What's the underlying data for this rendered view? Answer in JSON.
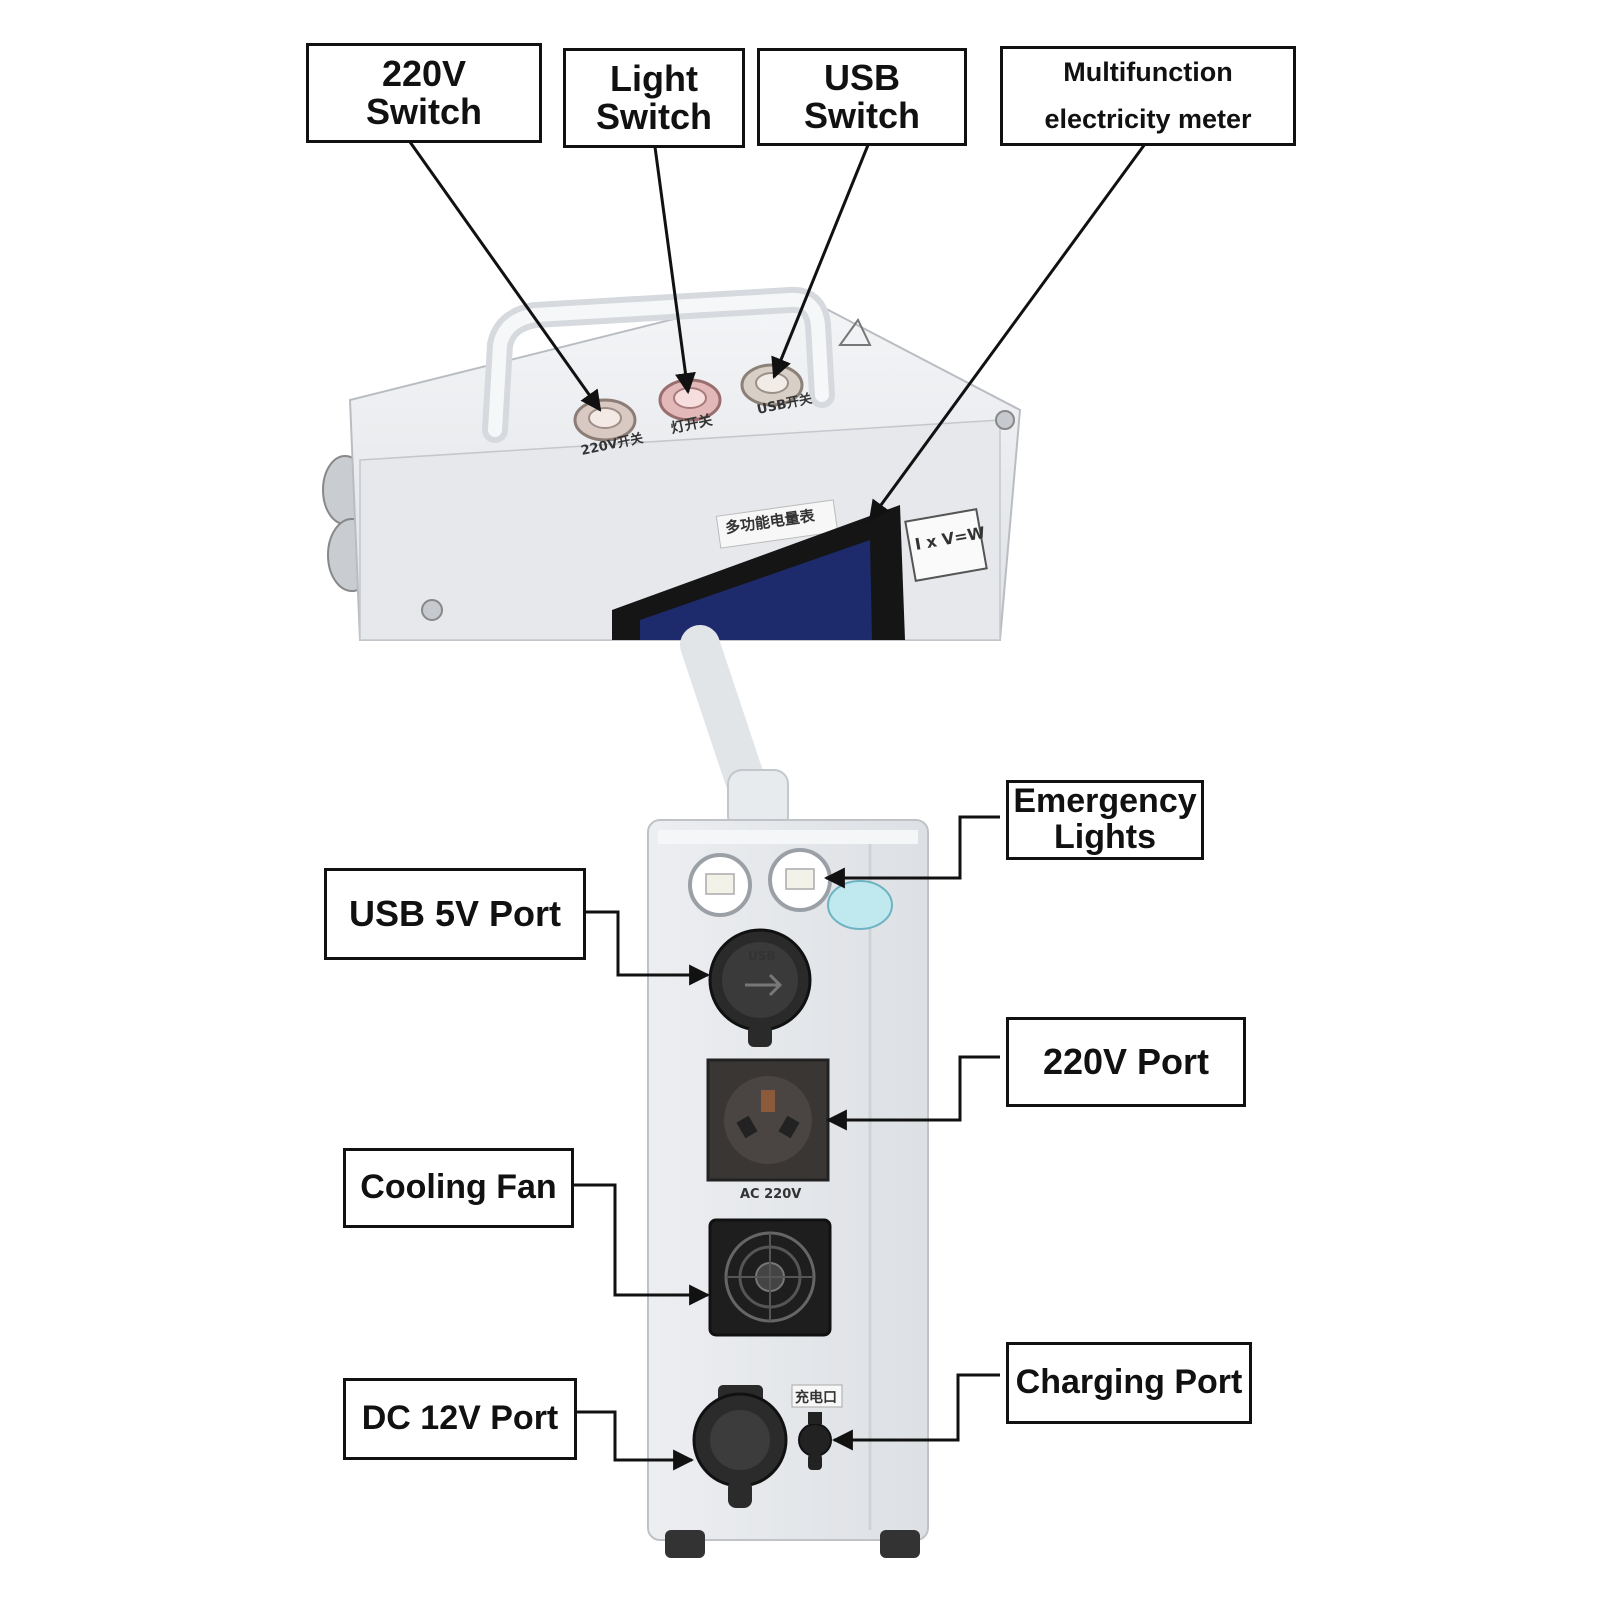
{
  "callouts": {
    "switch_220v": [
      "220V",
      "Switch"
    ],
    "light_switch": [
      "Light",
      "Switch"
    ],
    "usb_switch": [
      "USB",
      "Switch"
    ],
    "meter": [
      "Multifunction",
      "electricity meter"
    ],
    "emergency_lights": [
      "Emergency",
      "Lights"
    ],
    "usb_port": "USB 5V Port",
    "port_220v": "220V Port",
    "cooling_fan": "Cooling Fan",
    "dc_port": "DC 12V Port",
    "charging_port": "Charging Port"
  },
  "device_labels": {
    "top_220v": "220V开关",
    "top_light": "灯开关",
    "top_usb": "USB开关",
    "meter_cn": "多功能电量表",
    "meter_badge": "I x V=W",
    "usb_socket": "USB",
    "ac_label": "AC 220V",
    "charge_cn": "充电口"
  },
  "colors": {
    "outline": "#111111",
    "device": "#eef0f2",
    "device_shadow": "#cfd3d8",
    "socket": "#2a2a2a",
    "screen": "#1d2a6b"
  }
}
